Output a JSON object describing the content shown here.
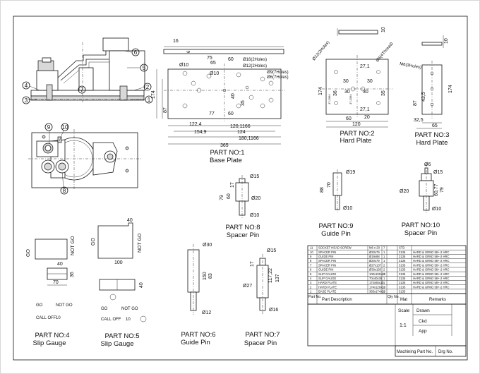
{
  "parts": {
    "p1": {
      "no": "PART NO:1",
      "name": "Base Plate"
    },
    "p2": {
      "no": "PART NO:2",
      "name": "Hard Plate"
    },
    "p3": {
      "no": "PART NO:3",
      "name": "Hard Plate"
    },
    "p4": {
      "no": "PART NO:4",
      "name": "Slip Gauge"
    },
    "p5": {
      "no": "PART NO:5",
      "name": "Slip Gauge"
    },
    "p6": {
      "no": "PART NO:6",
      "name": "Guide Pin"
    },
    "p7": {
      "no": "PART NO:7",
      "name": "Spacer Pin"
    },
    "p8": {
      "no": "PART NO:8",
      "name": "Spacer Pin"
    },
    "p9": {
      "no": "PART NO:9",
      "name": "Guide Pin"
    },
    "p10": {
      "no": "PART NO:10",
      "name": "Spacer Pin"
    }
  },
  "balloons": [
    "1",
    "2",
    "3",
    "4",
    "5",
    "6",
    "7",
    "8",
    "9",
    "10"
  ],
  "dims": {
    "base_plate": {
      "d10": "Ø10",
      "d16_holes": "Ø16(2Holes)",
      "d12_holes": "Ø12(2Holes)",
      "d9_holes": "Ø9(7Holes)",
      "d6_holes": "Ø6(7Holes)",
      "w75": "75",
      "w65": "65",
      "w60": "60",
      "w77": "77",
      "w60b": "60",
      "h87": "87",
      "h174": "174",
      "h35": "35",
      "h40": "40",
      "b122": "122,4",
      "b120": "120,1166",
      "b154": "154,9",
      "b124": "124",
      "b180": "180,1166",
      "b365": "365",
      "h10": "10",
      "h6": "6",
      "h16": "16"
    },
    "hard_plate2": {
      "d12": "Ø12(2Holes)",
      "d6": "Ø6(4Thread)",
      "h174": "174",
      "w27": "27,1",
      "w30": "30",
      "w35": "35",
      "w36": "36",
      "w60": "60",
      "w120": "120",
      "w20": "20",
      "h10": "10",
      "l32": "47,1064",
      "l47": "47,1064"
    },
    "hard_plate3": {
      "m6": "M6(3Holes)",
      "h174": "174",
      "h87": "87",
      "w43": "43,5",
      "w32": "32,5",
      "w65": "65",
      "h10": "10"
    },
    "spacer_pin8": {
      "d15": "Ø15",
      "d20": "Ø20",
      "d10": "Ø10",
      "h79": "79",
      "h60": "60",
      "h17": "17"
    },
    "guide_pin9": {
      "d19": "Ø19",
      "d10": "Ø10",
      "h88": "88",
      "h70": "70"
    },
    "spacer_pin10": {
      "d6": "Ø6",
      "d15": "Ø15",
      "d20": "Ø20",
      "d10": "Ø10",
      "h79": "79",
      "h60": "60,77"
    },
    "slip4": {
      "w40": "40",
      "h36": "36",
      "w70": "70",
      "go": "GO",
      "nogo": "NOT GO",
      "call": "CALL OFF",
      "v": "10"
    },
    "slip5": {
      "w40": "40",
      "w100": "100",
      "go": "GO",
      "nogo": "NOT GO",
      "call": "CALL OFF",
      "v": "10"
    },
    "guide6": {
      "d30": "Ø30",
      "d12": "Ø12",
      "h150": "150",
      "h83": "83"
    },
    "spacer7": {
      "d15": "Ø15",
      "d27": "Ø27",
      "d16": "Ø16",
      "h17": "17",
      "h117": "117,22",
      "h137": "137"
    }
  },
  "bom": {
    "headers": {
      "part_no": "Part No.",
      "desc": "Part Description",
      "qty": "Qty No.",
      "mat": "Mat",
      "remarks": "Remarks"
    },
    "rows": [
      {
        "no": "11",
        "desc": "SOCKET HEAD SCREW",
        "size": "M6 x 20",
        "qty": "7",
        "mat": "STD",
        "rem": ""
      },
      {
        "no": "10",
        "desc": "SPACER PIN",
        "size": "Ø20x79",
        "qty": "1",
        "mat": "3135",
        "rem": "HARD & GRND 58+-2 HRC"
      },
      {
        "no": "9",
        "desc": "GUIDE PIN",
        "size": "Ø19x88",
        "qty": "1",
        "mat": "3135",
        "rem": "HARD & GRND 58+-2 HRC"
      },
      {
        "no": "8",
        "desc": "SPACER PIN",
        "size": "Ø20x79",
        "qty": "1",
        "mat": "3135",
        "rem": "HARD & GRND 58+-2 HRC"
      },
      {
        "no": "7",
        "desc": "SPACER PIN",
        "size": "Ø27x137",
        "qty": "2",
        "mat": "3135",
        "rem": "HARD & GRND 58+-2 HRC"
      },
      {
        "no": "6",
        "desc": "GUIDE PIN",
        "size": "Ø30x150",
        "qty": "2",
        "mat": "3135",
        "rem": "HARD & GRND 58+-2 HRC"
      },
      {
        "no": "5",
        "desc": "SLIP GAUGE",
        "size": "100x100x40",
        "qty": "1",
        "mat": "3135",
        "rem": "HARD & GRND 58+-2 HRC"
      },
      {
        "no": "4",
        "desc": "SLIP GAUGE",
        "size": "70x40x36",
        "qty": "1",
        "mat": "3135",
        "rem": "HARD & GRND 58+-2 HRC"
      },
      {
        "no": "3",
        "desc": "HARD PLATE",
        "size": "174x65x10",
        "qty": "1",
        "mat": "3135",
        "rem": "HARD & GRND 58+-2 HRC"
      },
      {
        "no": "2",
        "desc": "HARD PLATE",
        "size": "174x120x10",
        "qty": "1",
        "mat": "3135",
        "rem": "HARD & GRND 58+-2 HRC"
      },
      {
        "no": "1",
        "desc": "BASE PLATE",
        "size": "365x174x20",
        "qty": "1",
        "mat": "3135",
        "rem": ""
      }
    ]
  },
  "title_block": {
    "scale": "Scale",
    "scale_val": "1:1",
    "drawn": "Drawn",
    "ckd": "Ckd",
    "app": "App",
    "machining": "Machining Part No.",
    "drg": "Drg No."
  }
}
